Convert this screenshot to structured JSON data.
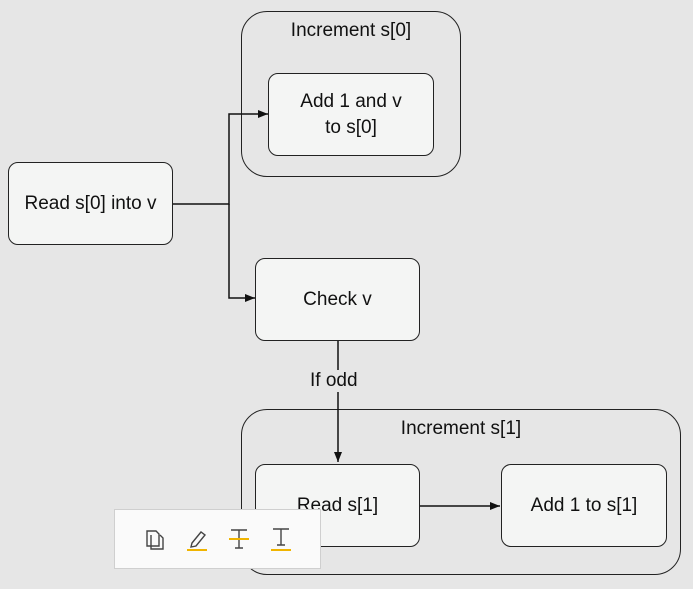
{
  "groups": {
    "increment_s0": "Increment s[0]",
    "increment_s1": "Increment s[1]"
  },
  "nodes": {
    "read_s0": "Read s[0] into v",
    "add_1_v_line1": "Add 1 and v",
    "add_1_v_line2": "to s[0]",
    "check_v": "Check v",
    "read_s1": "Read s[1]",
    "add_1_s1": "Add 1 to s[1]"
  },
  "edges": {
    "if_odd": "If odd"
  },
  "toolbar": {
    "icons": [
      "copy-icon",
      "highlight-icon",
      "strikethrough-icon",
      "underline-icon"
    ],
    "accent": "#f0b400"
  }
}
